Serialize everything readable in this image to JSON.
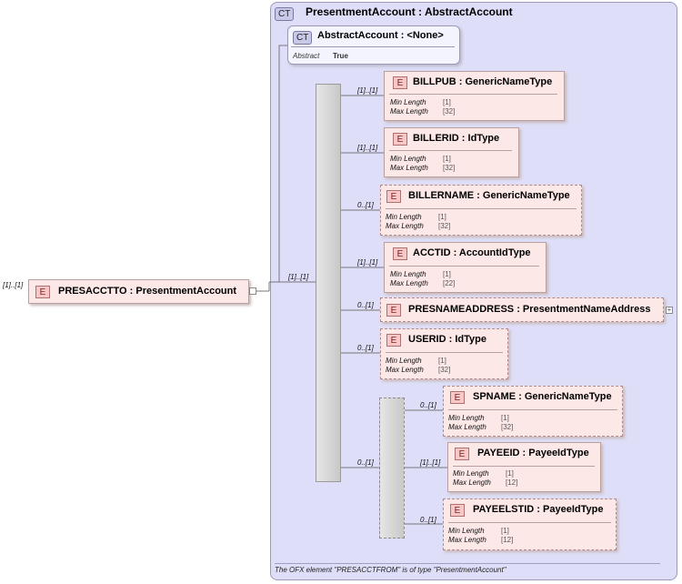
{
  "root": {
    "card": "[1]..[1]",
    "badge": "E",
    "name": "PRESACCTTO",
    "type": "PresentmentAccount"
  },
  "complex_type": {
    "badge": "CT",
    "name": "PresentmentAccount",
    "base": "AbstractAccount",
    "abstract_base": {
      "badge": "CT",
      "name": "AbstractAccount",
      "type": "<None>",
      "prop_label": "Abstract",
      "prop_value": "True"
    }
  },
  "sequence_card": "[1]..[1]",
  "elements": [
    {
      "card": "[1]..[1]",
      "badge": "E",
      "name": "BILLPUB",
      "type": "GenericNameType",
      "props": [
        [
          "Min Length",
          "[1]"
        ],
        [
          "Max Length",
          "[32]"
        ]
      ]
    },
    {
      "card": "[1]..[1]",
      "badge": "E",
      "name": "BILLERID",
      "type": "IdType",
      "props": [
        [
          "Min Length",
          "[1]"
        ],
        [
          "Max Length",
          "[32]"
        ]
      ]
    },
    {
      "card": "0..[1]",
      "badge": "E",
      "name": "BILLERNAME",
      "type": "GenericNameType",
      "props": [
        [
          "Min Length",
          "[1]"
        ],
        [
          "Max Length",
          "[32]"
        ]
      ]
    },
    {
      "card": "[1]..[1]",
      "badge": "E",
      "name": "ACCTID ",
      "type": "AccountIdType",
      "props": [
        [
          "Min Length",
          "[1]"
        ],
        [
          "Max Length",
          "[22]"
        ]
      ]
    },
    {
      "card": "0..[1]",
      "badge": "E",
      "name": "PRESNAMEADDRESS",
      "type": "PresentmentNameAddress",
      "props": []
    },
    {
      "card": "0..[1]",
      "badge": "E",
      "name": "USERID ",
      "type": "IdType",
      "props": [
        [
          "Min Length",
          "[1]"
        ],
        [
          "Max Length",
          "[32]"
        ]
      ]
    }
  ],
  "choice_card": "0..[1]",
  "choice_elements": [
    {
      "card": "0..[1]",
      "badge": "E",
      "name": "SPNAME",
      "type": "GenericNameType",
      "props": [
        [
          "Min Length",
          "[1]"
        ],
        [
          "Max Length",
          "[32]"
        ]
      ]
    },
    {
      "card": "[1]..[1]",
      "badge": "E",
      "name": "PAYEEID",
      "type": "PayeeIdType",
      "props": [
        [
          "Min Length",
          "[1]"
        ],
        [
          "Max Length",
          "[12]"
        ]
      ]
    },
    {
      "card": "0..[1]",
      "badge": "E",
      "name": "PAYEELSTID",
      "type": "PayeeIdType",
      "props": [
        [
          "Min Length",
          "[1]"
        ],
        [
          "Max Length",
          "[12]"
        ]
      ]
    }
  ],
  "footer": "The OFX element \"PRESACCTFROM\" is of type \"PresentmentAccount\"",
  "colors": {
    "type_box": "#dedef8",
    "element_box": "#fde8e8",
    "compositor": "#d8d8d8"
  }
}
